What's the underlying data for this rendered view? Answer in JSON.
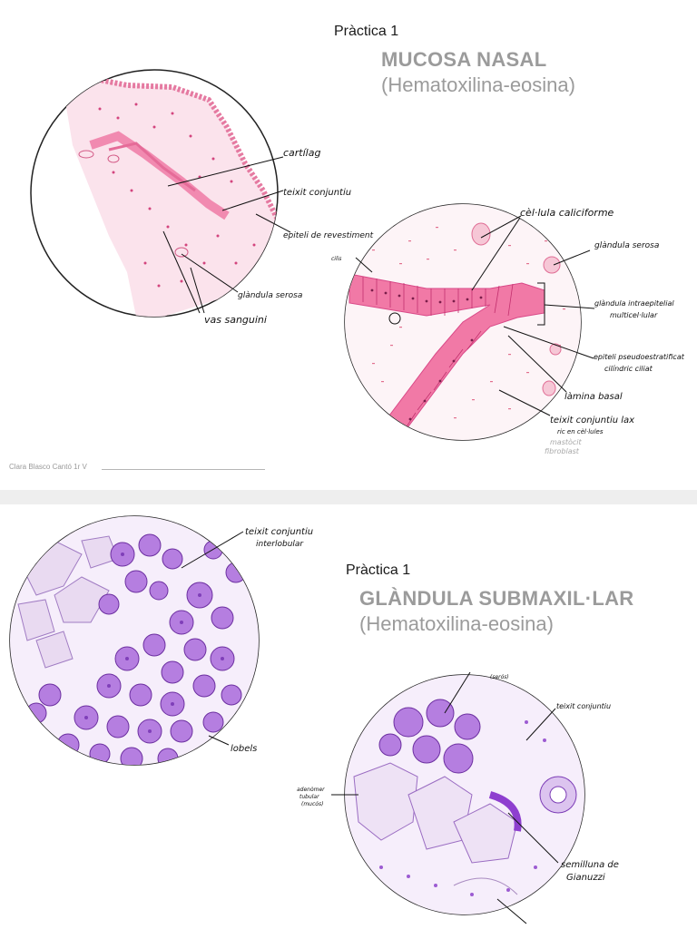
{
  "page1": {
    "practica": "Pràctica 1",
    "title": "MUCOSA NASAL",
    "subtitle": "(Hematoxilina-eosina)",
    "author": "Clara Blasco Cantó 1r V",
    "labels": {
      "cartilag": "cartílag",
      "teixit_conjuntiu": "teixit conjuntiu",
      "epiteli_revestiment": "epiteli de revestiment",
      "glandula_serosa_small": "glàndula serosa",
      "vas_sanguini": "vas sanguini",
      "cilis": "cilis",
      "cellula_caliciforme": "cèl·lula caliciforme",
      "glandula_serosa": "glàndula serosa",
      "glandula_intraepitelial_1": "glàndula intraepitelial",
      "glandula_intraepitelial_2": "multicel·lular",
      "epiteli_pseudo_1": "epiteli pseudoestratificat",
      "epiteli_pseudo_2": "cilíndric ciliat",
      "lamina_basal": "làmina basal",
      "teixit_lax_1": "teixit conjuntiu lax",
      "teixit_lax_2": "ric en cèl·lules",
      "mastocit": "mastòcit",
      "fibroblast": "fibroblast"
    }
  },
  "page2": {
    "practica": "Pràctica 1",
    "title": "GLÀNDULA SUBMAXIL·LAR",
    "subtitle": "(Hematoxilina-eosina)",
    "labels": {
      "teixit_interlobular_1": "teixit conjuntiu",
      "teixit_interlobular_2": "interlobular",
      "lobels": "lobels",
      "serosos": "(serós)",
      "teixit_conjuntiu": "teixit conjuntiu",
      "adenomer_1": "adenòmer",
      "adenomer_2": "tubular",
      "adenomer_3": "(mucós)",
      "semilluna_1": "semilluna de",
      "semilluna_2": "Gianuzzi"
    }
  }
}
